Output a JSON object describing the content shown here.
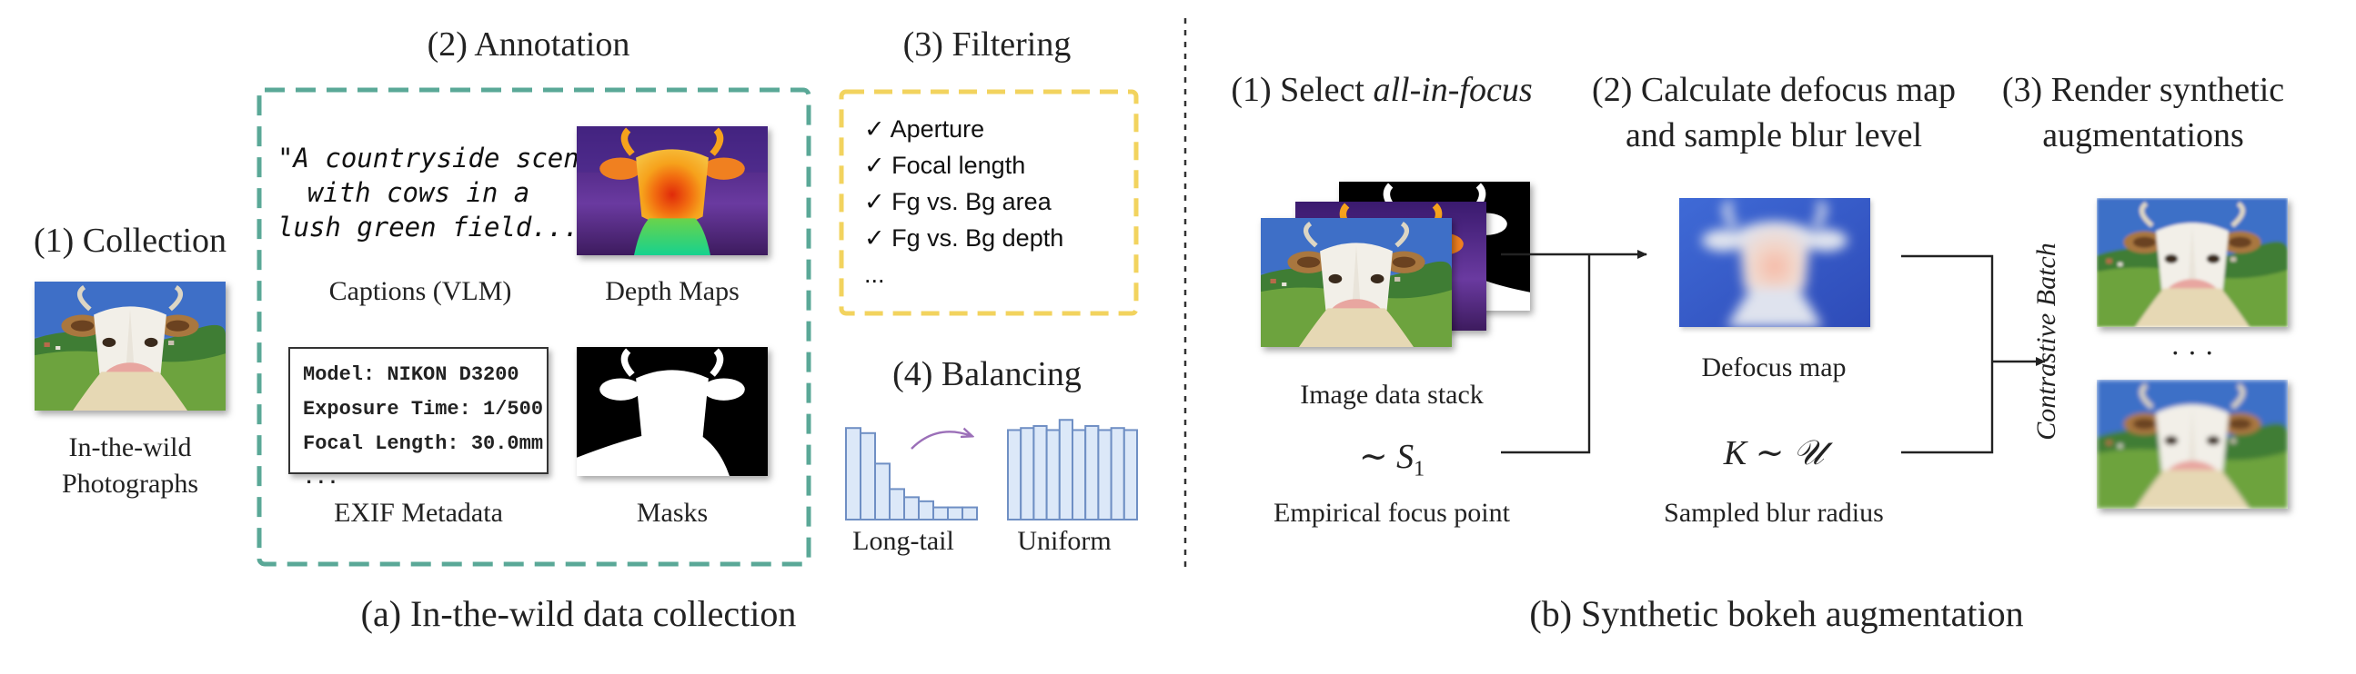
{
  "panel_a": {
    "collection": {
      "heading": "(1) Collection",
      "photo_caption_line1": "In-the-wild",
      "photo_caption_line2": "Photographs"
    },
    "annotation": {
      "heading": "(2) Annotation",
      "caption_quote": "\"A countryside scene\nwith cows in a\nlush green field...\"",
      "captions_label": "Captions (VLM)",
      "depth_label": "Depth Maps",
      "exif_text": "Model: NIKON D3200\nExposure Time: 1/500\nFocal Length: 30.0mm\n...",
      "exif_label": "EXIF Metadata",
      "masks_label": "Masks",
      "box_color": "#5aa897"
    },
    "filtering": {
      "heading": "(3) Filtering",
      "items": [
        "✓ Aperture",
        "✓ Focal length",
        "✓ Fg vs. Bg area",
        "✓ Fg vs. Bg depth",
        "..."
      ],
      "box_color": "#f2d35e"
    },
    "balancing": {
      "heading": "(4) Balancing",
      "longtail_label": "Long-tail",
      "uniform_label": "Uniform",
      "longtail_values": [
        0.9,
        0.85,
        0.55,
        0.3,
        0.22,
        0.18,
        0.12,
        0.12,
        0.12
      ],
      "uniform_values": [
        0.88,
        0.9,
        0.92,
        0.88,
        0.98,
        0.88,
        0.92,
        0.88,
        0.9,
        0.88
      ],
      "bar_fill": "#dce8f8",
      "bar_stroke": "#6f8fc4",
      "arrow_color": "#9b6fb8"
    },
    "caption": "(a) In-the-wild data collection"
  },
  "panel_b": {
    "step1": {
      "prefix": "(1) Select ",
      "emph": "all-in-focus"
    },
    "step2": {
      "line1": "(2) Calculate defocus map",
      "line2": "and sample blur level"
    },
    "step3": {
      "line1": "(3) Render synthetic",
      "line2": "augmentations"
    },
    "stack_label": "Image data stack",
    "focus_symbol": "∼ S",
    "focus_subscript": "1",
    "focus_label": "Empirical focus point",
    "defocus_label": "Defocus map",
    "blur_symbol": "K ∼ 𝒰",
    "blur_label": "Sampled blur radius",
    "batch_label": "Contrastive Batch",
    "ellipsis": "· · ·",
    "caption": "(b) Synthetic bokeh augmentation"
  }
}
